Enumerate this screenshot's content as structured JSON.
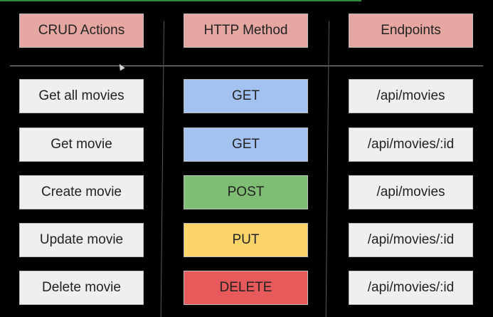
{
  "headers": {
    "actions": "CRUD Actions",
    "methods": "HTTP Method",
    "endpoints": "Endpoints"
  },
  "rows": [
    {
      "action": "Get all movies",
      "method": "GET",
      "endpoint": "/api/movies",
      "color": "#a3c2f0"
    },
    {
      "action": "Get movie",
      "method": "GET",
      "endpoint": "/api/movies/:id",
      "color": "#a3c2f0"
    },
    {
      "action": "Create movie",
      "method": "POST",
      "endpoint": "/api/movies",
      "color": "#80bd74"
    },
    {
      "action": "Update movie",
      "method": "PUT",
      "endpoint": "/api/movies/:id",
      "color": "#fcd56a"
    },
    {
      "action": "Delete movie",
      "method": "DELETE",
      "endpoint": "/api/movies/:id",
      "color": "#e75a5c"
    }
  ],
  "colors": {
    "header": "#e6a7a3",
    "cell": "#efefef",
    "background": "#000000"
  }
}
